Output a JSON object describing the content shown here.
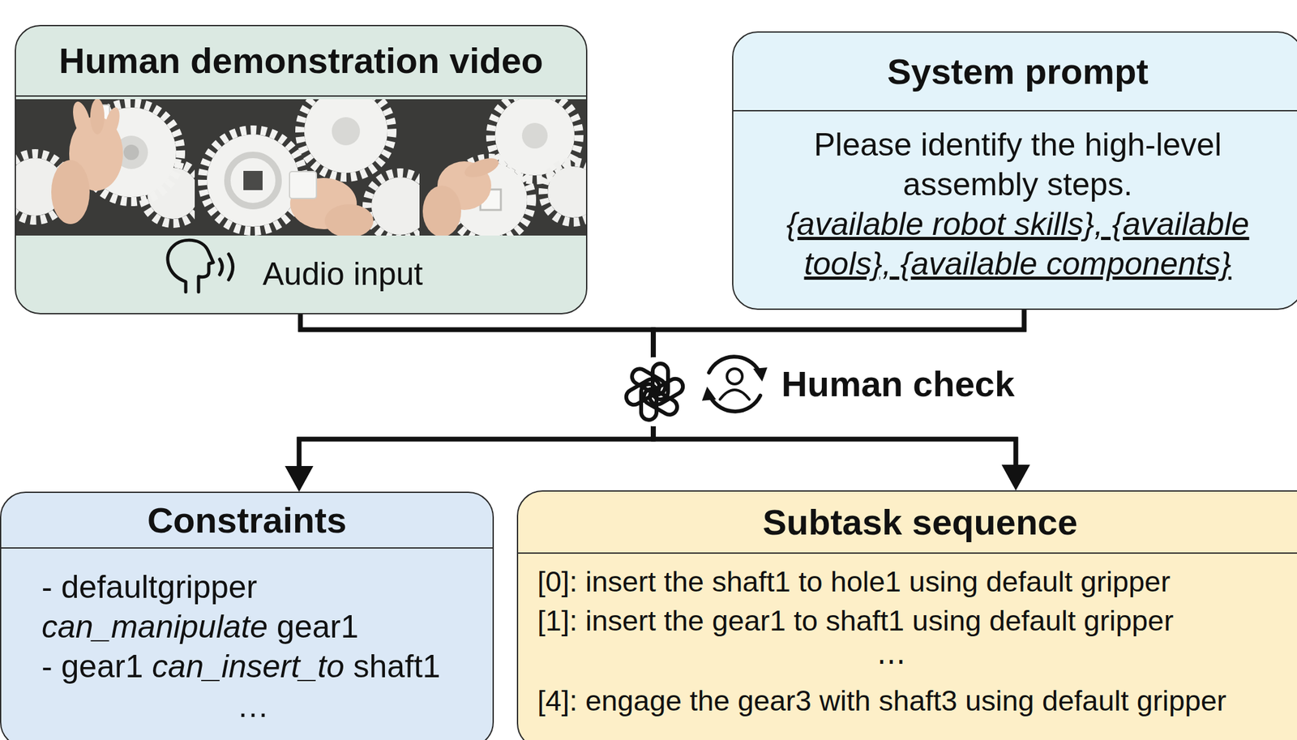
{
  "diagram": {
    "nodes": [
      {
        "text": [
          "Human demonstration video",
          "Audio input"
        ]
      },
      {
        "text": [
          "System prompt",
          "Please identify the high-level assembly steps.",
          "{available robot skills}, {available tools}, {available components}"
        ]
      },
      {
        "text": [
          "Constraints",
          "- defaultgripper can_manipulate gear1",
          "- gear1 can_insert_to shaft1",
          "…"
        ]
      },
      {
        "text": [
          "Subtask sequence",
          "[0]: insert the shaft1 to hole1 using default gripper",
          "[1]: insert the gear1 to shaft1 using default gripper",
          "⋯",
          "[4]: engage the gear3 with shaft3 using default gripper"
        ]
      }
    ],
    "edges": [
      {
        "from": 0,
        "to": 2,
        "arrow": "to"
      },
      {
        "from": 0,
        "to": 3,
        "arrow": "to"
      },
      {
        "from": 1,
        "to": 2,
        "arrow": "to"
      },
      {
        "from": 1,
        "to": 3,
        "arrow": "to"
      }
    ],
    "labels": [
      "Human check"
    ]
  }
}
